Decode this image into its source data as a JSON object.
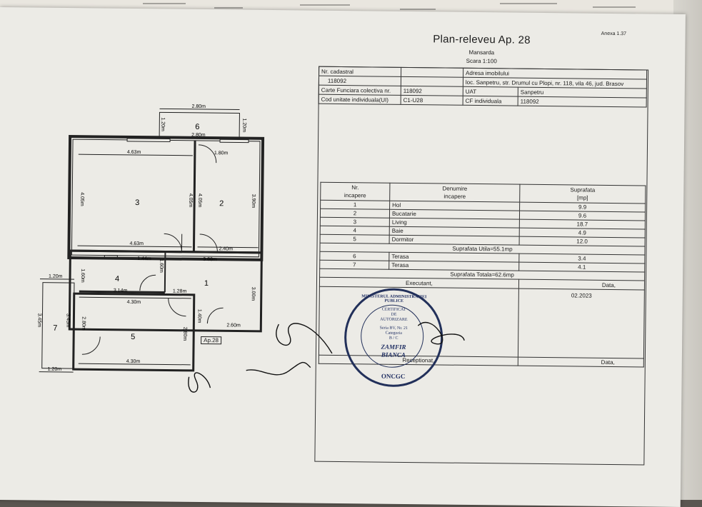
{
  "header": {
    "title": "Plan-releveu Ap. 28",
    "subtitle": "Mansarda",
    "scale": "Scara 1:100",
    "annex": "Anexa 1.37"
  },
  "info_table": {
    "nr_cadastral_label": "Nr. cadastral",
    "nr_cadastral_value": "118092",
    "adresa_label": "Adresa imobilului",
    "adresa_value": "loc. Sanpetru, str. Drumul cu Plopi, nr. 118, vila 46, jud. Brasov",
    "carte_funciara_label": "Carte Funciara colectiva nr.",
    "carte_funciara_value": "118092",
    "uat_label": "UAT",
    "uat_value": "Sanpetru",
    "cod_unitate_label": "Cod unitate individuala(UI)",
    "cod_unitate_value": "C1-U28",
    "cf_individuala_label": "CF individuala",
    "cf_individuala_value": "118092"
  },
  "rooms_table": {
    "headers": {
      "nr": "Nr.",
      "nr2": "incapere",
      "denumire": "Denumire",
      "denumire2": "incapere",
      "suprafata": "Suprafata",
      "unit": "[mp]"
    },
    "rooms": [
      {
        "nr": "1",
        "name": "Hol",
        "area": "9.9"
      },
      {
        "nr": "2",
        "name": "Bucatarie",
        "area": "9.6"
      },
      {
        "nr": "3",
        "name": "Living",
        "area": "18.7"
      },
      {
        "nr": "4",
        "name": "Baie",
        "area": "4.9"
      },
      {
        "nr": "5",
        "name": "Dormitor",
        "area": "12.0"
      }
    ],
    "suprafata_utila": "Suprafata Utila=55.1mp",
    "extra": [
      {
        "nr": "6",
        "name": "Terasa",
        "area": "3.4"
      },
      {
        "nr": "7",
        "name": "Terasa",
        "area": "4.1"
      }
    ],
    "suprafata_totala": "Suprafata Totala=62.6mp"
  },
  "signatures": {
    "executant_label": "Executant,",
    "data_label": "Data,",
    "data_value": "02.2023",
    "receptionat_label": "Receptionat,",
    "data2_label": "Data,"
  },
  "stamp": {
    "ring_top": "MINISTERUL ADMINISTRATIEI PUBLICE",
    "ring_bottom": "ONCGC",
    "line1": "CERTIFICAT",
    "line2": "DE",
    "line3": "AUTORIZARE",
    "line4": "Seria BV, Nr. 21",
    "line5": "Categoria",
    "line6": "B / C",
    "name1": "ZAMFIR",
    "name2": "BIANCA"
  },
  "plan": {
    "ap_label": "Ap.28",
    "rooms": [
      "1",
      "2",
      "3",
      "4",
      "5",
      "6",
      "7"
    ],
    "dims": {
      "t6_w": "2.80m",
      "t6_w2": "2.80m",
      "t6_h": "1.20m",
      "t6_h2": "1.20m",
      "r3_w": "4.63m",
      "r3_w2": "4.63m",
      "r3_h": "4.05m",
      "r3_h2": "4.05m",
      "r2_w": "1.80m",
      "r2_w2": "2.40m",
      "r2_h": "4.05m",
      "r2_h2": "3.90m",
      "hol_w": "3.88m",
      "hol_w2": "1.28m",
      "hol_w3": "2.60m",
      "hol_h": "3.00m",
      "hol_h2": "1.40m",
      "baie_w": "1.44m",
      "baie_w2": "3.14m",
      "baie_h": "1.60m",
      "baie_h2": "1.60m",
      "r5_w": "4.30m",
      "r5_w2": "4.30m",
      "r5_h": "2.80m",
      "r5_h2": "2.80m",
      "t7_w": "1.20m",
      "t7_w2": "1.20m",
      "t7_h": "3.45m",
      "t7_h2": "3.45m"
    }
  },
  "colors": {
    "paper": "#ecebe6",
    "ink": "#1b1b1b",
    "stamp": "#22305a",
    "background": "#5a5650"
  }
}
